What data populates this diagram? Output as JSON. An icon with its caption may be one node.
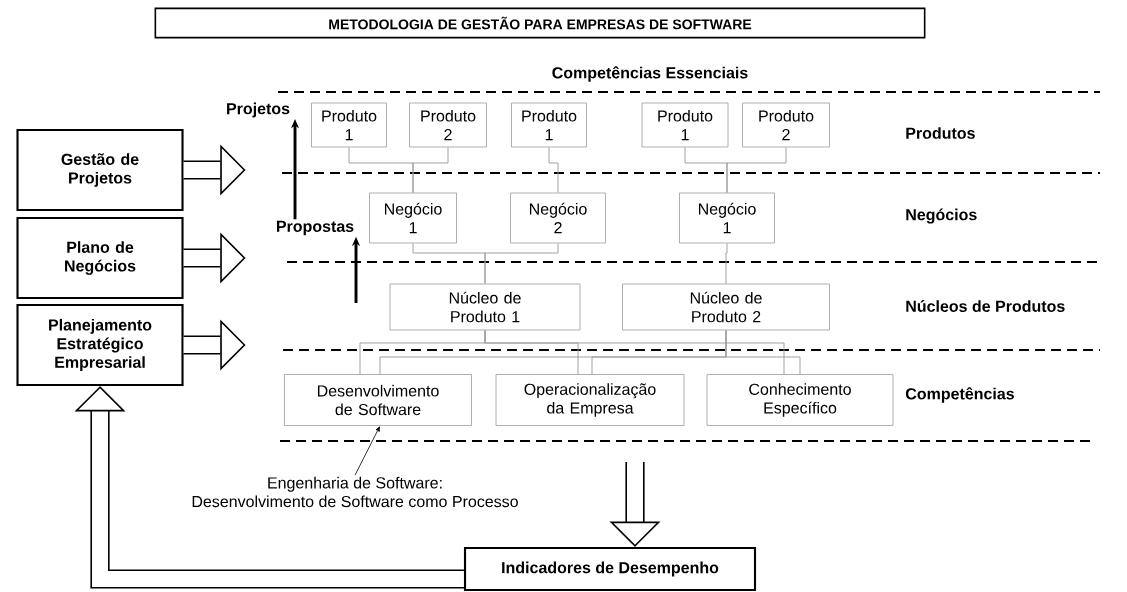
{
  "diagram": {
    "title": "METODOLOGIA DE GESTÃO PARA EMPRESAS DE SOFTWARE",
    "nodes": [
      {
        "text": [
          "Gestão de Projetos"
        ]
      },
      {
        "text": [
          "Plano de Negócios"
        ]
      },
      {
        "text": [
          "Planejamento Estratégico Empresarial"
        ]
      },
      {
        "text": [
          "Produto 1"
        ]
      },
      {
        "text": [
          "Produto 2"
        ]
      },
      {
        "text": [
          "Produto 1"
        ]
      },
      {
        "text": [
          "Produto 1"
        ]
      },
      {
        "text": [
          "Produto 2"
        ]
      },
      {
        "text": [
          "Negócio 1"
        ]
      },
      {
        "text": [
          "Negócio 2"
        ]
      },
      {
        "text": [
          "Negócio 1"
        ]
      },
      {
        "text": [
          "Núcleo de Produto 1"
        ]
      },
      {
        "text": [
          "Núcleo de Produto 2"
        ]
      },
      {
        "text": [
          "Desenvolvimento de Software"
        ]
      },
      {
        "text": [
          "Operacionalização da Empresa"
        ]
      },
      {
        "text": [
          "Conhecimento Específico"
        ]
      },
      {
        "text": [
          "Engenharia de Software:",
          "Desenvolvimento de Software como Processo"
        ]
      },
      {
        "text": [
          "Indicadores de Desempenho"
        ]
      },
      {
        "text": [
          "Projetos"
        ]
      },
      {
        "text": [
          "Propostas"
        ]
      }
    ],
    "edges": [
      {
        "from": 3,
        "to": 8,
        "arrow": "none"
      },
      {
        "from": 4,
        "to": 8,
        "arrow": "none"
      },
      {
        "from": 5,
        "to": 9,
        "arrow": "none"
      },
      {
        "from": 6,
        "to": 10,
        "arrow": "none"
      },
      {
        "from": 7,
        "to": 10,
        "arrow": "none"
      },
      {
        "from": 8,
        "to": 11,
        "arrow": "none"
      },
      {
        "from": 9,
        "to": 11,
        "arrow": "none"
      },
      {
        "from": 10,
        "to": 12,
        "arrow": "none"
      },
      {
        "from": 11,
        "to": 13,
        "arrow": "none"
      },
      {
        "from": 11,
        "to": 14,
        "arrow": "none"
      },
      {
        "from": 11,
        "to": 15,
        "arrow": "none"
      },
      {
        "from": 12,
        "to": 13,
        "arrow": "none"
      },
      {
        "from": 12,
        "to": 14,
        "arrow": "none"
      },
      {
        "from": 12,
        "to": 15,
        "arrow": "none"
      },
      {
        "from": 16,
        "to": 13,
        "arrow": "to",
        "color": "#000000"
      },
      {
        "from": 0,
        "to": null,
        "arrow": "to",
        "style": "thick",
        "color": "#000000"
      },
      {
        "from": 1,
        "to": null,
        "arrow": "to",
        "style": "thick",
        "color": "#000000"
      },
      {
        "from": 2,
        "to": null,
        "arrow": "to",
        "style": "thick",
        "color": "#000000"
      },
      {
        "from": 19,
        "to": 18,
        "arrow": "to",
        "style": "thick",
        "color": "#000000"
      },
      {
        "from": null,
        "to": 19,
        "arrow": "to",
        "style": "thick",
        "color": "#000000"
      },
      {
        "from": null,
        "to": 17,
        "arrow": "to",
        "style": "thick",
        "color": "#000000"
      },
      {
        "from": 17,
        "to": 2,
        "arrow": "to",
        "style": "thick",
        "color": "#000000"
      }
    ],
    "labels": [
      "Competências Essenciais",
      "Produtos",
      "Negócios",
      "Núcleos de Produtos",
      "Competências"
    ]
  }
}
